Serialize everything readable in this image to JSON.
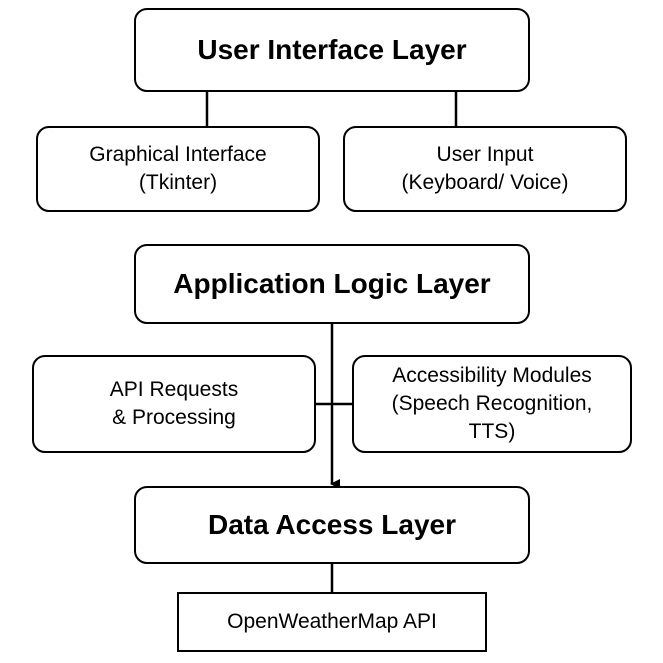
{
  "diagram": {
    "user_interface_layer": {
      "title": "User Interface Layer",
      "modules": [
        {
          "label": "Graphical Interface\n(Tkinter)"
        },
        {
          "label": "User Input\n(Keyboard/ Voice)"
        }
      ]
    },
    "application_logic_layer": {
      "title": "Application Logic Layer",
      "modules": [
        {
          "label": "API Requests\n& Processing"
        },
        {
          "label": "Accessibility Modules\n(Speech Recognition,\nTTS)"
        }
      ]
    },
    "data_access_layer": {
      "title": "Data Access Layer",
      "modules": [
        {
          "label": "OpenWeatherMap API"
        }
      ]
    },
    "colors": {
      "stroke": "#000000",
      "fill": "#ffffff"
    }
  }
}
